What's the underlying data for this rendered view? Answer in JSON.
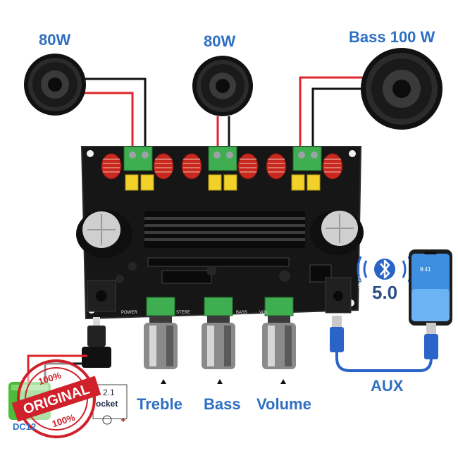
{
  "speakers": [
    {
      "label": "80W"
    },
    {
      "label": "80W"
    },
    {
      "label": "Bass 100 W"
    }
  ],
  "knobs": [
    {
      "label": "Treble"
    },
    {
      "label": "Bass"
    },
    {
      "label": "Volume"
    }
  ],
  "bluetooth": {
    "version": "5.0"
  },
  "cable": {
    "label": "AUX"
  },
  "phone": {
    "time": "9:41"
  },
  "pcb": {
    "power": "POWER",
    "stereo": "STERE",
    "bass": "BASS",
    "vol": "VOL",
    "input": "INPUT"
  },
  "power_socket": {
    "version": "2.1",
    "label": "ocket",
    "dc_label": "DC12"
  },
  "stamp": {
    "top_text": "100%",
    "main_text": "ORIGINAL",
    "bottom_text": "100%"
  },
  "colors": {
    "label_blue": "#2f6fc2",
    "bt_blue": "#2a4f86",
    "stamp_red": "#d0202a",
    "pcb": "#161616",
    "wire_red": "#e0242b",
    "coil_red": "#c8281e",
    "terminal_green": "#3fae50",
    "cap_yellow": "#f2d22a",
    "aux_blue": "#2a64c8"
  }
}
